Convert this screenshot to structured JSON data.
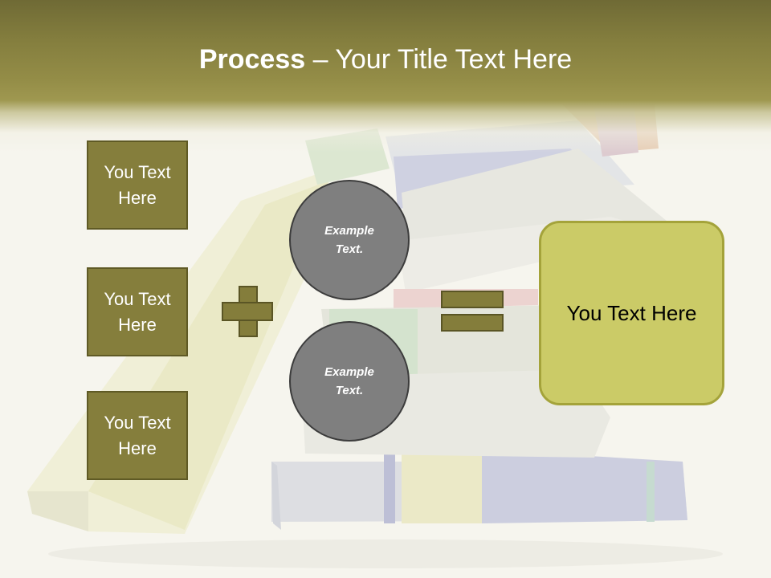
{
  "slide": {
    "title_bold": "Process",
    "title_rest": " – Your Title Text Here",
    "left_boxes": [
      {
        "label": "You Text Here"
      },
      {
        "label": "You Text Here"
      },
      {
        "label": "You Text Here"
      }
    ],
    "circles": [
      {
        "label": "Example Text."
      },
      {
        "label": "Example Text."
      }
    ],
    "operators": [
      "plus",
      "equals"
    ],
    "result": {
      "label": "You Text Here"
    }
  },
  "colors": {
    "header": "#857f3e",
    "box_fill": "#857e3c",
    "circle_fill": "#7f7f7f",
    "result_fill": "#cbcb67",
    "background": "#f6f5ee"
  },
  "background_image": "books-stack-photo"
}
